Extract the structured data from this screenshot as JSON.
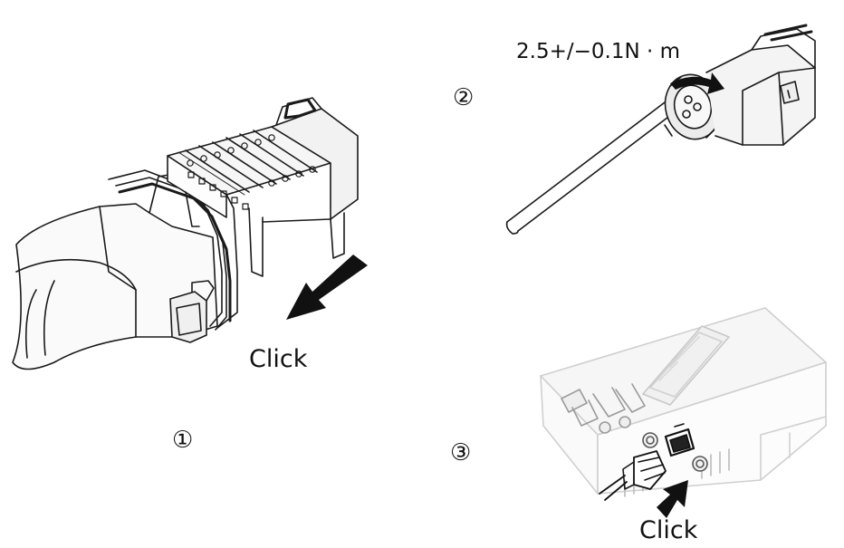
{
  "steps": {
    "step1": {
      "number": "①",
      "action": "Click"
    },
    "step2": {
      "number": "②",
      "torque": "2.5+/−0.1N · m"
    },
    "step3": {
      "number": "③",
      "action": "Click"
    }
  },
  "colors": {
    "line": "#1a1a1a",
    "arrow": "#111111",
    "housing": "#f4f4f4",
    "background": "#ffffff"
  },
  "icons": {
    "arrow": "push-arrow-icon",
    "rotation": "rotation-arrow-icon"
  }
}
